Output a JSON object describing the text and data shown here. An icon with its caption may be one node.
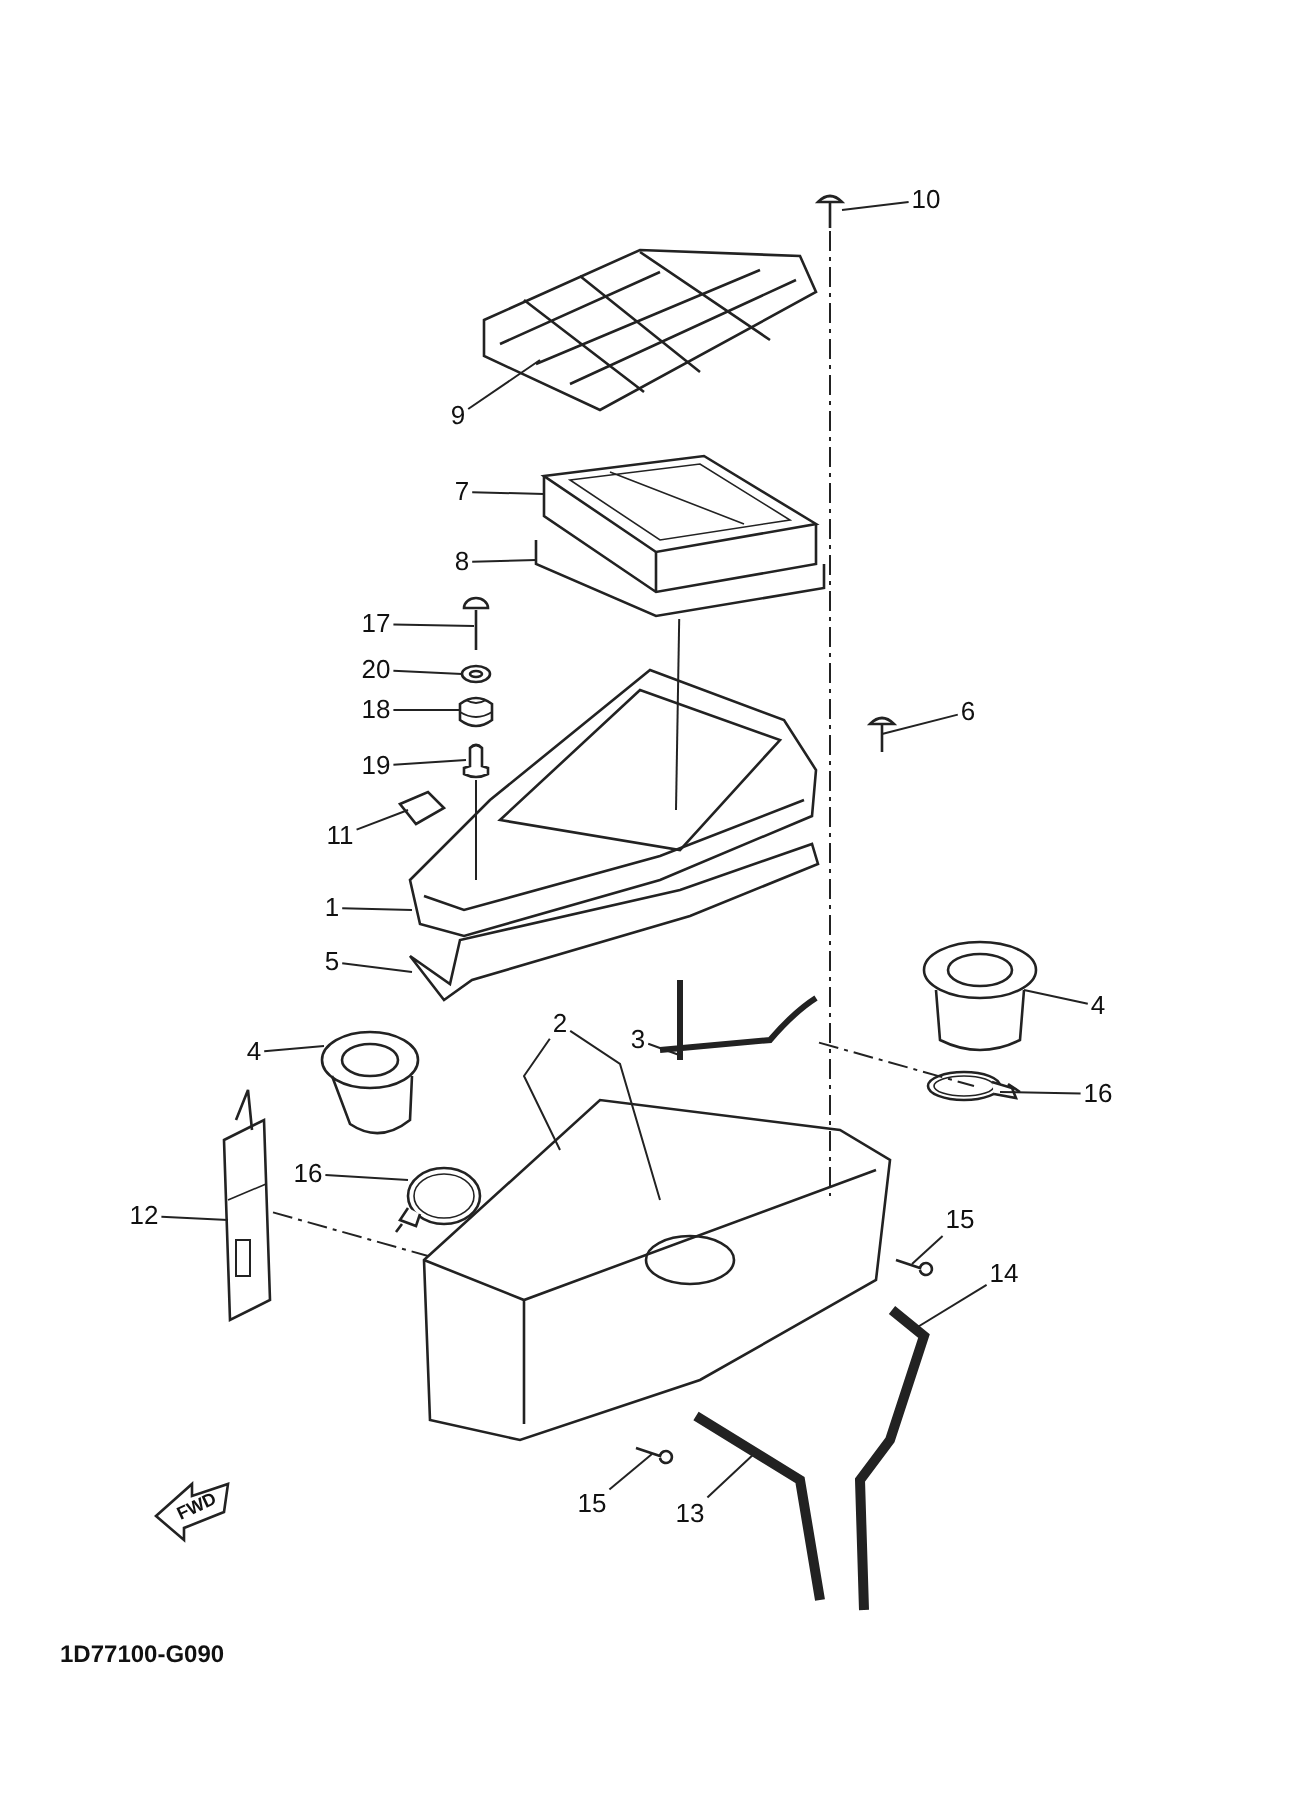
{
  "diagram": {
    "nodes": [
      {
        "text": [
          "10"
        ]
      },
      {
        "text": [
          "9"
        ]
      },
      {
        "text": [
          "7"
        ]
      },
      {
        "text": [
          "8"
        ]
      },
      {
        "text": [
          "17"
        ]
      },
      {
        "text": [
          "20"
        ]
      },
      {
        "text": [
          "6"
        ]
      },
      {
        "text": [
          "18"
        ]
      },
      {
        "text": [
          "19"
        ]
      },
      {
        "text": [
          "11"
        ]
      },
      {
        "text": [
          "1"
        ]
      },
      {
        "text": [
          "5"
        ]
      },
      {
        "text": [
          "4"
        ]
      },
      {
        "text": [
          "2"
        ]
      },
      {
        "text": [
          "3"
        ]
      },
      {
        "text": [
          "4"
        ]
      },
      {
        "text": [
          "16"
        ]
      },
      {
        "text": [
          "16"
        ]
      },
      {
        "text": [
          "12"
        ]
      },
      {
        "text": [
          "15"
        ]
      },
      {
        "text": [
          "14"
        ]
      },
      {
        "text": [
          "15"
        ]
      },
      {
        "text": [
          "13"
        ]
      },
      {
        "text": [],
        "shape": "picture"
      },
      {
        "text": [],
        "shape": "picture"
      },
      {
        "text": [],
        "shape": "picture"
      },
      {
        "text": [],
        "shape": "picture"
      },
      {
        "text": [],
        "shape": "picture"
      },
      {
        "text": [],
        "shape": "picture"
      },
      {
        "text": [],
        "shape": "picture"
      },
      {
        "text": [],
        "shape": "picture"
      },
      {
        "text": [],
        "shape": "picture"
      },
      {
        "text": [],
        "shape": "picture"
      },
      {
        "text": [],
        "shape": "picture"
      },
      {
        "text": [],
        "shape": "picture"
      },
      {
        "text": [],
        "shape": "picture"
      },
      {
        "text": [],
        "shape": "picture"
      },
      {
        "text": [],
        "shape": "picture"
      },
      {
        "text": [],
        "shape": "picture"
      },
      {
        "text": [],
        "shape": "picture"
      },
      {
        "text": [],
        "shape": "picture"
      },
      {
        "text": [],
        "shape": "picture"
      },
      {
        "text": [],
        "shape": "picture"
      },
      {
        "text": [],
        "shape": "picture"
      },
      {
        "text": [],
        "shape": "picture"
      },
      {
        "text": [],
        "shape": "picture"
      }
    ],
    "edges": [
      {
        "from": 0,
        "to": 23,
        "arrow": "none"
      },
      {
        "from": 1,
        "to": 24,
        "arrow": "none"
      },
      {
        "from": 2,
        "to": 25,
        "arrow": "none"
      },
      {
        "from": 3,
        "to": 26,
        "arrow": "none"
      },
      {
        "from": 4,
        "to": 27,
        "arrow": "none"
      },
      {
        "from": 5,
        "to": 28,
        "arrow": "none"
      },
      {
        "from": 6,
        "to": 29,
        "arrow": "none"
      },
      {
        "from": 7,
        "to": 30,
        "arrow": "none"
      },
      {
        "from": 8,
        "to": 31,
        "arrow": "none"
      },
      {
        "from": 9,
        "to": 32,
        "arrow": "none"
      },
      {
        "from": 10,
        "to": 33,
        "arrow": "none"
      },
      {
        "from": 11,
        "to": 34,
        "arrow": "none"
      },
      {
        "from": 12,
        "to": 35,
        "arrow": "none"
      },
      {
        "from": 13,
        "to": 36,
        "arrow": "none"
      },
      {
        "from": 13,
        "to": 36,
        "arrow": "none"
      },
      {
        "from": 14,
        "to": 37,
        "arrow": "none"
      },
      {
        "from": 15,
        "to": 38,
        "arrow": "none"
      },
      {
        "from": 16,
        "to": 39,
        "arrow": "none"
      },
      {
        "from": 17,
        "to": 40,
        "arrow": "none"
      },
      {
        "from": 18,
        "to": 41,
        "arrow": "none"
      },
      {
        "from": 19,
        "to": 42,
        "arrow": "none"
      },
      {
        "from": 20,
        "to": 43,
        "arrow": "none"
      },
      {
        "from": 21,
        "to": 44,
        "arrow": "none"
      },
      {
        "from": 22,
        "to": 45,
        "arrow": "none"
      },
      {
        "from": 23,
        "to": 36,
        "arrow": "none",
        "style": "dashed"
      },
      {
        "from": 26,
        "to": 33,
        "arrow": "none"
      },
      {
        "from": 31,
        "to": 33,
        "arrow": "none"
      },
      {
        "from": 37,
        "to": 39,
        "arrow": "none",
        "style": "dashed"
      },
      {
        "from": 41,
        "to": 36,
        "arrow": "none",
        "style": "dashed"
      }
    ],
    "labels": [
      "FWD",
      "1D77100-G090"
    ]
  }
}
